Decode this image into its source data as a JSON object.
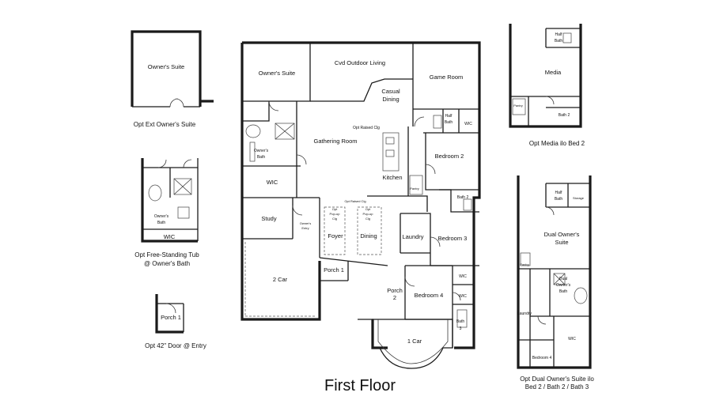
{
  "title": "First Floor",
  "main_rooms": {
    "cvd_outdoor_living": "Cvd Outdoor Living",
    "owners_suite": "Owner's Suite",
    "game_room": "Game  Room",
    "casual_dining_1": "Casual",
    "casual_dining_2": "Dining",
    "half_bath_1": "Half",
    "half_bath_2": "Bath",
    "wic_game": "WIC",
    "opt_raised_clg_gathering": "Opt Raised Clg",
    "gathering_room": "Gathering Room",
    "owners_bath_1": "Owner's",
    "owners_bath_2": "Bath",
    "bedroom_2": "Bedroom 2",
    "wic_owners": "WIC",
    "kitchen": "Kitchen",
    "pantry": "Pantry",
    "bath_2": "Bath 2",
    "opt_raised_clg_foyer": "Opt Raised Clg",
    "popup_foyer_1": "Opt",
    "popup_foyer_2": "Pop-up",
    "popup_foyer_3": "Clg",
    "popup_dining_1": "Opt",
    "popup_dining_2": "Pop-up",
    "popup_dining_3": "Clg",
    "study": "Study",
    "owners_entry_1": "Owner's",
    "owners_entry_2": "Entry",
    "foyer": "Foyer",
    "dining": "Dining",
    "laundry": "Laundry",
    "bedroom_3": "Bedroom 3",
    "two_car": "2 Car",
    "porch_1": "Porch 1",
    "wic_bed3": "WIC",
    "porch_2_1": "Porch",
    "porch_2_2": "2",
    "bedroom_4": "Bedroom 4",
    "wic_bed4": "WIC",
    "bath_3_1": "Bath",
    "bath_3_2": "3",
    "one_car": "1 Car"
  },
  "opt_ext_owners_suite": {
    "room": "Owner's Suite",
    "caption": "Opt Ext Owner's Suite"
  },
  "opt_tub": {
    "bath_1": "Owner's",
    "bath_2": "Bath",
    "wic": "WIC",
    "caption_1": "Opt Free-Standing Tub",
    "caption_2": "@ Owner's Bath"
  },
  "opt_door": {
    "room": "Porch 1",
    "caption": "Opt 42\" Door @ Entry"
  },
  "opt_media": {
    "half_bath_1": "Half",
    "half_bath_2": "Bath",
    "media": "Media",
    "pantry": "Pantry",
    "bath_2": "Bath 2",
    "caption": "Opt Media ilo Bed 2"
  },
  "opt_dual": {
    "half_bath_1": "Half",
    "half_bath_2": "Bath",
    "storage": "Storage",
    "suite_1": "Dual Owner's",
    "suite_2": "Suite",
    "pantry": "Pantry",
    "bath_1": "Dual",
    "bath_2": "Owner's",
    "bath_3": "Bath",
    "laundry": "Laundry",
    "wic": "WIC",
    "bedroom_4": "Bedroom 4",
    "caption_1": "Opt Dual Owner's Suite ilo",
    "caption_2": "Bed 2 / Bath 2 / Bath 3"
  }
}
